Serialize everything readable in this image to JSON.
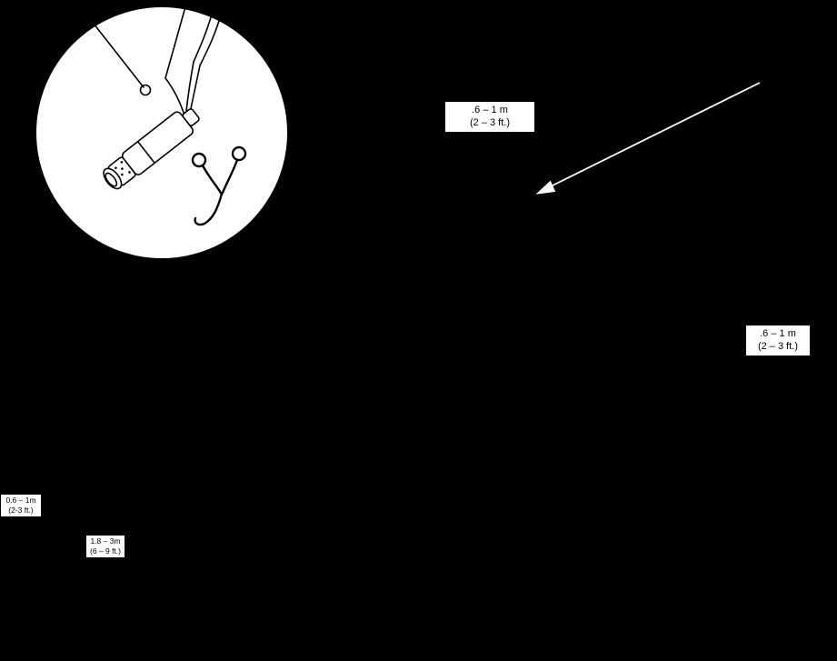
{
  "page": {
    "title": "Microphone placement diagram"
  },
  "colors": {
    "background": "#000000",
    "foreground": "#ffffff",
    "label_background": "#ffffff",
    "label_text": "#000000"
  },
  "icons": {
    "inset": "hanging-microphone-closeup",
    "clip": "cable-hanger-clip",
    "arrow": "distance-pointer-arrow"
  },
  "labels": {
    "top": {
      "line1": ".6 – 1 m",
      "line2": "(2 – 3 ft.)"
    },
    "right": {
      "line1": ".6 – 1 m",
      "line2": "(2 – 3 ft.)"
    },
    "left": {
      "line1": "0.6 – 1m",
      "line2": "(2-3 ft.)"
    },
    "bottom": {
      "line1": "1.8 – 3m",
      "line2": "(6 – 9 ft.)"
    }
  }
}
